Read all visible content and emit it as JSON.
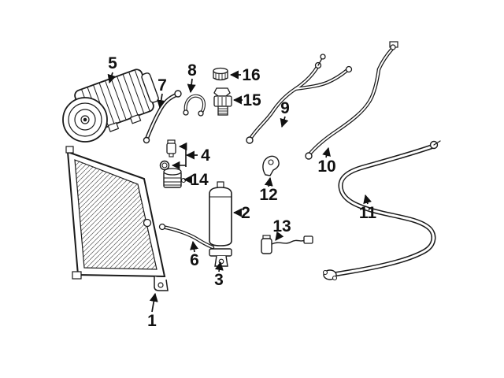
{
  "diagram": {
    "background": "#ffffff",
    "line_color": "#1a1a1a",
    "callouts": [
      {
        "label": "1"
      },
      {
        "label": "2"
      },
      {
        "label": "3"
      },
      {
        "label": "4"
      },
      {
        "label": "5"
      },
      {
        "label": "6"
      },
      {
        "label": "7"
      },
      {
        "label": "8"
      },
      {
        "label": "9"
      },
      {
        "label": "10"
      },
      {
        "label": "11"
      },
      {
        "label": "12"
      },
      {
        "label": "13"
      },
      {
        "label": "14"
      },
      {
        "label": "15"
      },
      {
        "label": "16"
      }
    ]
  }
}
